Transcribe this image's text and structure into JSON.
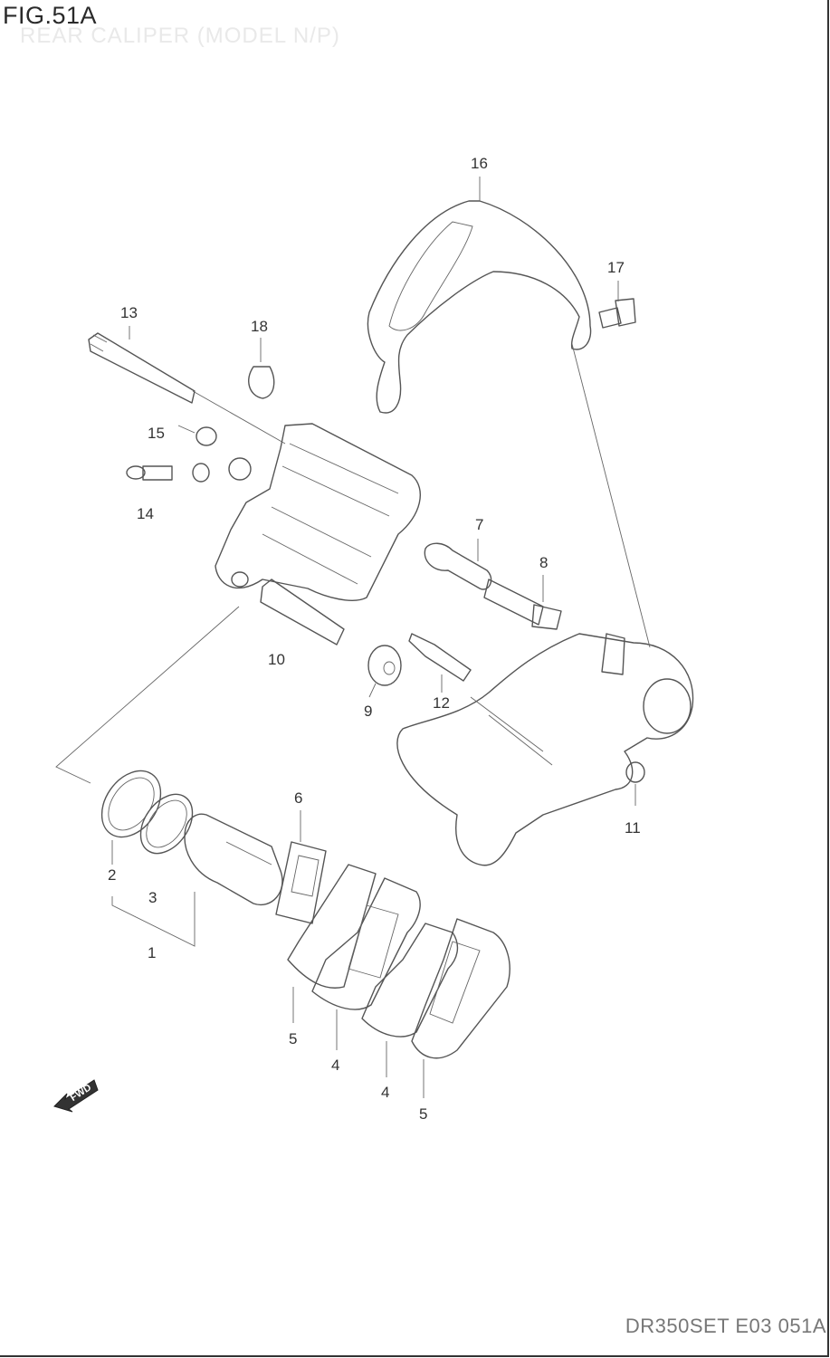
{
  "header": {
    "figure_label": "FIG.51A",
    "subtitle": "REAR CALIPER (MODEL N/P)"
  },
  "callouts": {
    "p1": "1",
    "p2": "2",
    "p3": "3",
    "p4a": "4",
    "p4b": "4",
    "p5a": "5",
    "p5b": "5",
    "p6": "6",
    "p7": "7",
    "p8": "8",
    "p9": "9",
    "p10": "10",
    "p11": "11",
    "p12": "12",
    "p13": "13",
    "p14": "14",
    "p15": "15",
    "p16": "16",
    "p17": "17",
    "p18": "18"
  },
  "direction_badge": {
    "label": "FWD",
    "icon": "forward-arrow-icon"
  },
  "footer": {
    "code": "DR350SET E03  051A"
  }
}
